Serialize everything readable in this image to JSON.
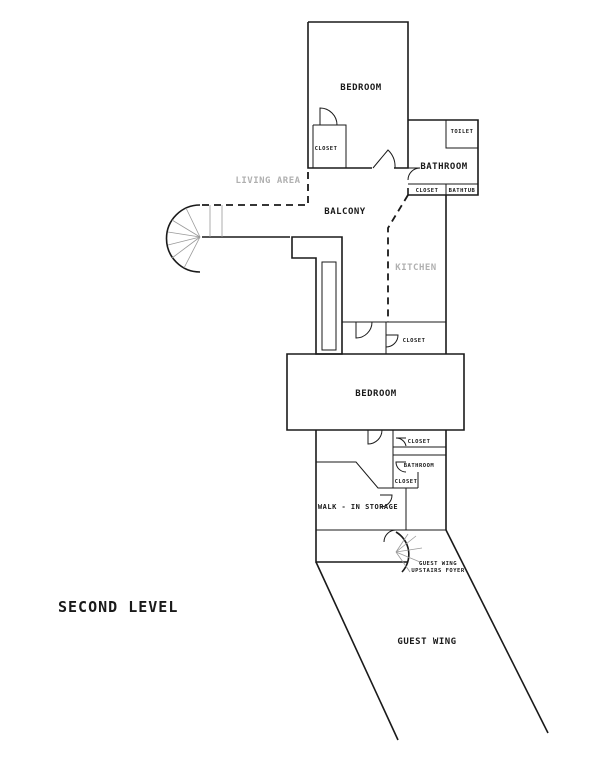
{
  "title": "SECOND LEVEL",
  "rooms": {
    "bedroom_top": "BEDROOM",
    "closet_top": "CLOSET",
    "toilet": "TOILET",
    "bathroom_top": "BATHROOM",
    "closet_small": "CLOSET",
    "bathtub": "BATHTUB",
    "living_area": "LIVING AREA",
    "balcony": "BALCONY",
    "kitchen": "KITCHEN",
    "closet_kitchen": "CLOSET",
    "bedroom_mid": "BEDROOM",
    "closet_mid": "CLOSET",
    "bathroom_mid": "BATHROOM",
    "closet_low": "CLOSET",
    "walk_in": "WALK - IN STORAGE",
    "guest_foyer_1": "GUEST WING",
    "guest_foyer_2": "UPSTAIRS FOYER",
    "guest_wing": "GUEST WING"
  },
  "colors": {
    "walls": "#1a1a1a",
    "muted_label": "#b0b0b0",
    "background": "#ffffff"
  }
}
